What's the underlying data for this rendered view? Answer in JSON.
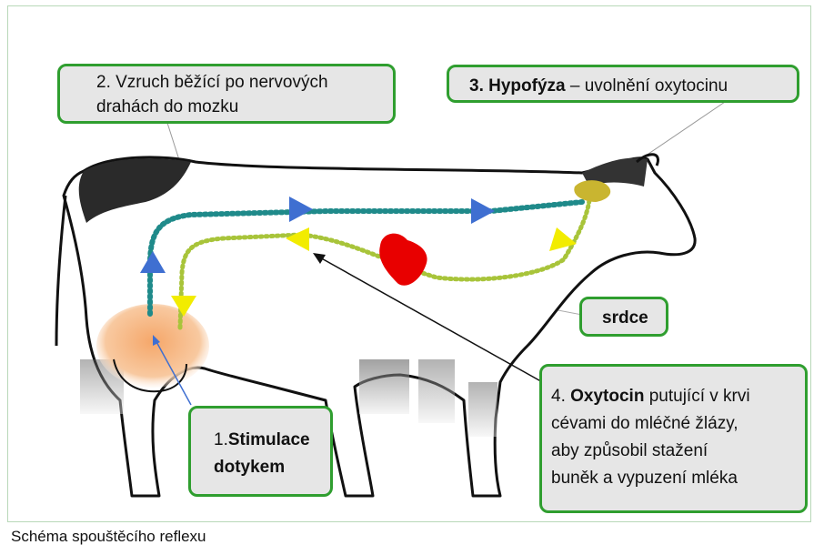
{
  "callouts": {
    "nerve": {
      "line1": "2. Vzruch běžící po nervových",
      "line2": "drahách do mozku"
    },
    "pituitary": {
      "bold": "3. Hypofýza",
      "rest": " – uvolnění oxytocinu"
    },
    "heart": {
      "label": "srdce"
    },
    "oxytocin": {
      "prefix": "4. ",
      "bold": "Oxytocin",
      "line1_rest": " putující v krvi",
      "line2": "cévami do mléčné žlázy,",
      "line3": "aby způsobil stažení",
      "line4": "buněk a vypuzení mléka"
    },
    "stimulation": {
      "line1_num": "1.",
      "line1_bold": "Stimulace",
      "line2": "dotykem"
    }
  },
  "caption": "Schéma spouštěcího reflexu",
  "colors": {
    "callout_border": "#2f9e2f",
    "callout_fill": "#e6e6e6",
    "nerve_path": "#1f8a8a",
    "blood_path": "#a8c43a",
    "arrow_blue": "#3f6fd1",
    "arrow_yellow": "#f2ec00",
    "heart": "#e80000",
    "pituitary": "#c9b530",
    "udder": "#f5a76a"
  }
}
